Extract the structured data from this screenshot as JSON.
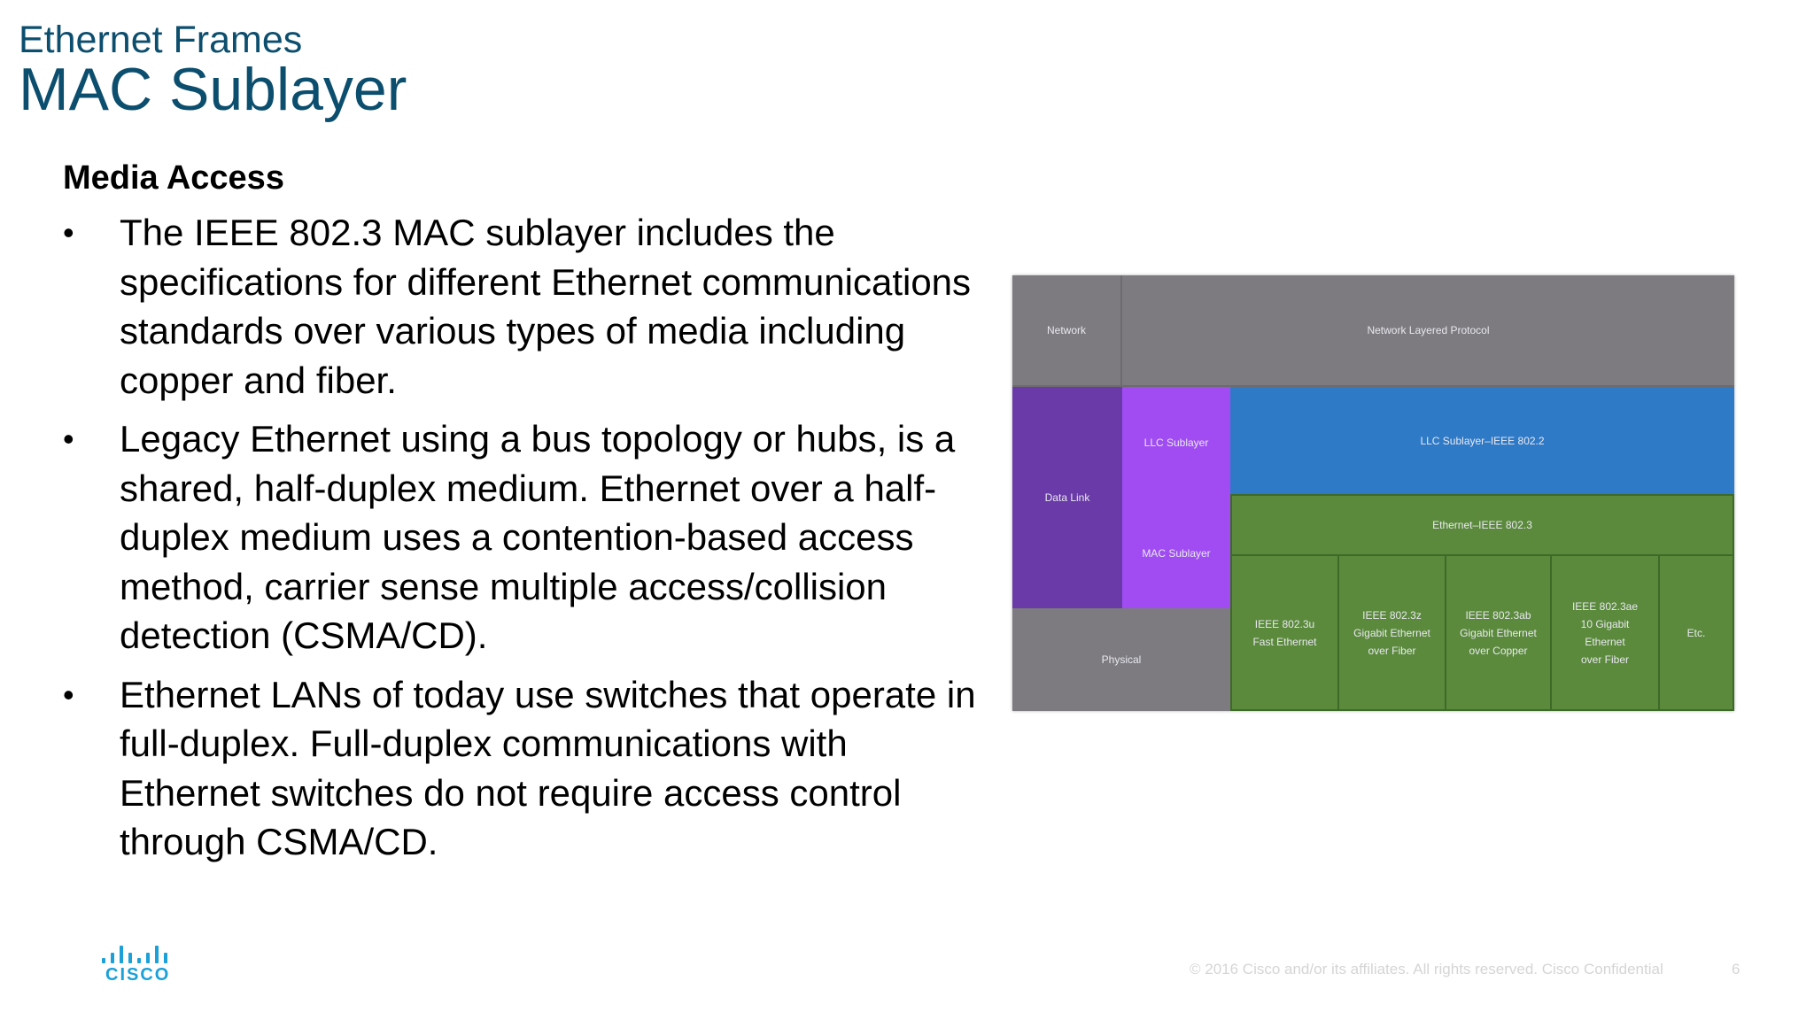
{
  "slide": {
    "subtitle": "Ethernet Frames",
    "title": "MAC Sublayer",
    "section_heading": "Media Access",
    "bullet_symbol": "•",
    "bullets": [
      "The IEEE 802.3 MAC sublayer includes the specifications for different Ethernet communications standards over various types of media including copper and fiber.",
      "Legacy Ethernet using a bus topology or hubs, is a shared, half-duplex medium. Ethernet over a half-duplex medium uses a contention-based access method, carrier sense multiple access/collision detection (CSMA/CD).",
      "Ethernet LANs of today use switches that operate in full-duplex. Full-duplex communications with Ethernet switches do not require access control through CSMA/CD."
    ]
  },
  "diagram": {
    "network_label": "Network",
    "network_protocol": "Network Layered Protocol",
    "data_link_label": "Data Link",
    "llc_sublayer_label": "LLC Sublayer",
    "mac_sublayer_label": "MAC Sublayer",
    "physical_label": "Physical",
    "llc_standard": "LLC Sublayer–IEEE 802.2",
    "ethernet_standard": "Ethernet–IEEE 802.3",
    "standards": [
      {
        "line1": "IEEE 802.3u",
        "line2": "Fast Ethernet",
        "line3": "",
        "line4": ""
      },
      {
        "line1": "IEEE 802.3z",
        "line2": "Gigabit Ethernet",
        "line3": "over Fiber",
        "line4": ""
      },
      {
        "line1": "IEEE 802.3ab",
        "line2": "Gigabit Ethernet",
        "line3": "over Copper",
        "line4": ""
      },
      {
        "line1": "IEEE 802.3ae",
        "line2": "10 Gigabit",
        "line3": "Ethernet",
        "line4": "over Fiber"
      },
      {
        "line1": "Etc.",
        "line2": "",
        "line3": "",
        "line4": ""
      }
    ],
    "colors": {
      "gray": "#7d7b80",
      "data_link_purple": "#6a3aa8",
      "sublayer_purple": "#a04cf2",
      "llc_blue": "#2f7ac7",
      "ethernet_green": "#5b8a3d"
    }
  },
  "footer": {
    "logo_text": "CISCO",
    "copyright": "© 2016  Cisco and/or its affiliates. All rights reserved.   Cisco Confidential",
    "page_number": "6"
  }
}
